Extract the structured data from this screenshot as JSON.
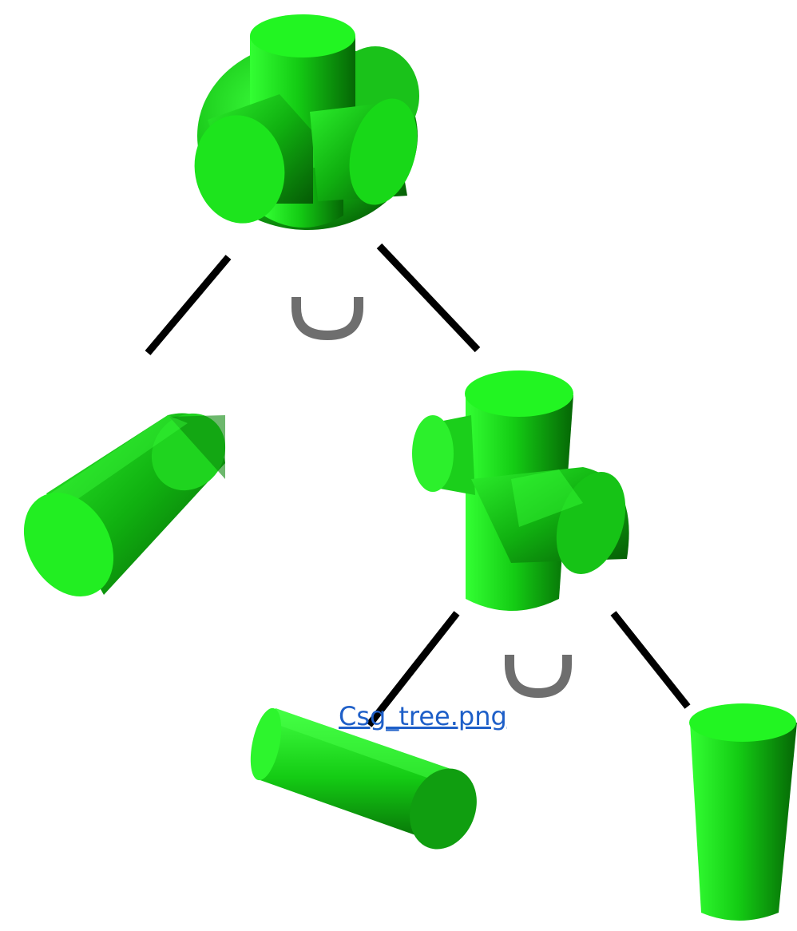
{
  "diagram": {
    "file_link": "Csg_tree.png",
    "colors": {
      "solid_light": "#33ff33",
      "solid_mid": "#14cc14",
      "solid_dark": "#056605",
      "edge": "#000000",
      "operator": "#6e6e6e",
      "link": "#1e5fc8"
    },
    "nodes": [
      {
        "id": "root",
        "kind": "union-of-three-cylinders"
      },
      {
        "id": "leaf-a",
        "kind": "cylinder"
      },
      {
        "id": "union-node",
        "kind": "union-of-two-cylinders"
      },
      {
        "id": "leaf-b",
        "kind": "cylinder"
      },
      {
        "id": "leaf-c",
        "kind": "cylinder"
      }
    ],
    "operators": [
      "union",
      "union"
    ]
  }
}
